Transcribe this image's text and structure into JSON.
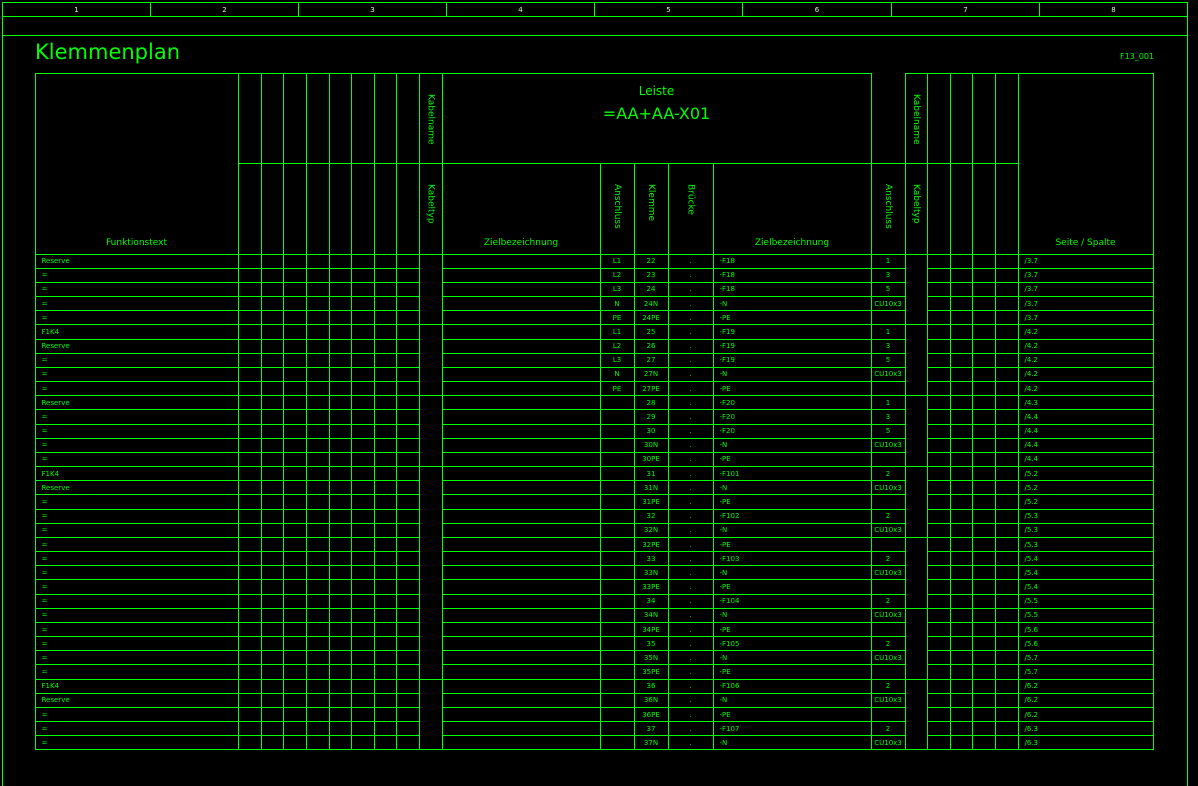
{
  "ruler": [
    "1",
    "2",
    "3",
    "4",
    "5",
    "6",
    "7",
    "8"
  ],
  "title": "Klemmenplan",
  "sheet_id": "F13_001",
  "header": {
    "funktionstext": "Funktionstext",
    "kabelname": "Kabelname",
    "kabeltyp": "Kabeltyp",
    "leiste_label": "Leiste",
    "leiste_name": "=AA+AA-X01",
    "zielbezeichnung": "Zielbezeichnung",
    "anschluss": "Anschluss",
    "klemme": "Klemme",
    "bruecke": "Brücke",
    "seite_spalte": "Seite / Spalte"
  },
  "rows": [
    {
      "f": "Reserve",
      "a1": "L1",
      "k": "22",
      "b": ".",
      "z": "-F18",
      "a2": "1",
      "s": "/3.7"
    },
    {
      "f": "=",
      "a1": "L2",
      "k": "23",
      "b": ".",
      "z": "-F18",
      "a2": "3",
      "s": "/3.7"
    },
    {
      "f": "=",
      "a1": "L3",
      "k": "24",
      "b": ".",
      "z": "-F18",
      "a2": "5",
      "s": "/3.7"
    },
    {
      "f": "=",
      "a1": "N",
      "k": "24N",
      "b": ".",
      "z": "-N",
      "a2": "CU10x3",
      "s": "/3.7"
    },
    {
      "f": "=",
      "a1": "PE",
      "k": "24PE",
      "b": ".",
      "z": "-PE",
      "a2": "",
      "s": "/3.7"
    },
    {
      "f": "F1K4",
      "a1": "L1",
      "k": "25",
      "b": ".",
      "z": "-F19",
      "a2": "1",
      "s": "/4.2"
    },
    {
      "f": "Reserve",
      "a1": "L2",
      "k": "26",
      "b": ".",
      "z": "-F19",
      "a2": "3",
      "s": "/4.2"
    },
    {
      "f": "=",
      "a1": "L3",
      "k": "27",
      "b": ".",
      "z": "-F19",
      "a2": "5",
      "s": "/4.2"
    },
    {
      "f": "=",
      "a1": "N",
      "k": "27N",
      "b": ".",
      "z": "-N",
      "a2": "CU10x3",
      "s": "/4.2"
    },
    {
      "f": "=",
      "a1": "PE",
      "k": "27PE",
      "b": ".",
      "z": "-PE",
      "a2": "",
      "s": "/4.2"
    },
    {
      "f": "Reserve",
      "a1": "",
      "k": "28",
      "b": ".",
      "z": "-F20",
      "a2": "1",
      "s": "/4.3"
    },
    {
      "f": "=",
      "a1": "",
      "k": "29",
      "b": ".",
      "z": "-F20",
      "a2": "3",
      "s": "/4.4"
    },
    {
      "f": "=",
      "a1": "",
      "k": "30",
      "b": ".",
      "z": "-F20",
      "a2": "5",
      "s": "/4.4"
    },
    {
      "f": "=",
      "a1": "",
      "k": "30N",
      "b": ".",
      "z": "-N",
      "a2": "CU10x3",
      "s": "/4.4"
    },
    {
      "f": "=",
      "a1": "",
      "k": "30PE",
      "b": ".",
      "z": "-PE",
      "a2": "",
      "s": "/4.4"
    },
    {
      "f": "F1K4",
      "a1": "",
      "k": "31",
      "b": ".",
      "z": "-F101",
      "a2": "2",
      "s": "/5.2"
    },
    {
      "f": "Reserve",
      "a1": "",
      "k": "31N",
      "b": ".",
      "z": "-N",
      "a2": "CU10x3",
      "s": "/5.2"
    },
    {
      "f": "=",
      "a1": "",
      "k": "31PE",
      "b": ".",
      "z": "-PE",
      "a2": "",
      "s": "/5.2"
    },
    {
      "f": "=",
      "a1": "",
      "k": "32",
      "b": ".",
      "z": "-F102",
      "a2": "2",
      "s": "/5.3"
    },
    {
      "f": "=",
      "a1": "",
      "k": "32N",
      "b": ".",
      "z": "-N",
      "a2": "CU10x3",
      "s": "/5.3"
    },
    {
      "f": "=",
      "a1": "",
      "k": "32PE",
      "b": ".",
      "z": "-PE",
      "a2": "",
      "s": "/5.3"
    },
    {
      "f": "=",
      "a1": "",
      "k": "33",
      "b": ".",
      "z": "-F103",
      "a2": "2",
      "s": "/5.4"
    },
    {
      "f": "=",
      "a1": "",
      "k": "33N",
      "b": ".",
      "z": "-N",
      "a2": "CU10x3",
      "s": "/5.4"
    },
    {
      "f": "=",
      "a1": "",
      "k": "33PE",
      "b": ".",
      "z": "-PE",
      "a2": "",
      "s": "/5.4"
    },
    {
      "f": "=",
      "a1": "",
      "k": "34",
      "b": ".",
      "z": "-F104",
      "a2": "2",
      "s": "/5.5"
    },
    {
      "f": "=",
      "a1": "",
      "k": "34N",
      "b": ".",
      "z": "-N",
      "a2": "CU10x3",
      "s": "/5.5"
    },
    {
      "f": "=",
      "a1": "",
      "k": "34PE",
      "b": ".",
      "z": "-PE",
      "a2": "",
      "s": "/5.6"
    },
    {
      "f": "=",
      "a1": "",
      "k": "35",
      "b": ".",
      "z": "-F105",
      "a2": "2",
      "s": "/5.6"
    },
    {
      "f": "=",
      "a1": "",
      "k": "35N",
      "b": ".",
      "z": "-N",
      "a2": "CU10x3",
      "s": "/5.7"
    },
    {
      "f": "=",
      "a1": "",
      "k": "35PE",
      "b": ".",
      "z": "-PE",
      "a2": "",
      "s": "/5.7"
    },
    {
      "f": "F1K4",
      "a1": "",
      "k": "36",
      "b": ".",
      "z": "-F106",
      "a2": "2",
      "s": "/6.2"
    },
    {
      "f": "Reserve",
      "a1": "",
      "k": "36N",
      "b": ".",
      "z": "-N",
      "a2": "CU10x3",
      "s": "/6.2"
    },
    {
      "f": "=",
      "a1": "",
      "k": "36PE",
      "b": ".",
      "z": "-PE",
      "a2": "",
      "s": "/6.2"
    },
    {
      "f": "=",
      "a1": "",
      "k": "37",
      "b": ".",
      "z": "-F107",
      "a2": "2",
      "s": "/6.3"
    },
    {
      "f": "=",
      "a1": "",
      "k": "37N",
      "b": ".",
      "z": "-N",
      "a2": "CU10x3",
      "s": "/6.3"
    }
  ]
}
